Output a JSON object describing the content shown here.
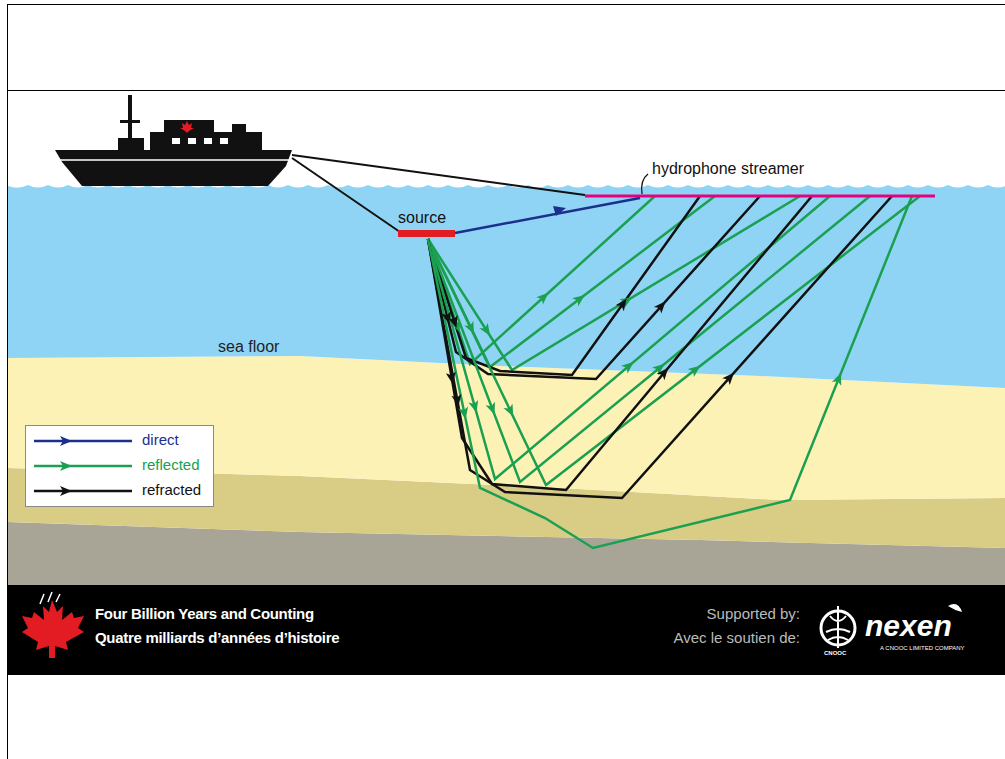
{
  "diagram": {
    "labels": [
      "hydrophone streamer",
      "source",
      "sea floor",
      "Four Billion Years and Counting",
      "Quatre milliards d’années d’histoire",
      "Supported by:",
      "Avec le soutien de:",
      "CNOOC",
      "nexen",
      "A CNOOC LIMITED COMPANY"
    ],
    "legend": [
      {
        "text": "direct"
      },
      {
        "text": "reflected"
      },
      {
        "text": "refracted"
      }
    ]
  }
}
